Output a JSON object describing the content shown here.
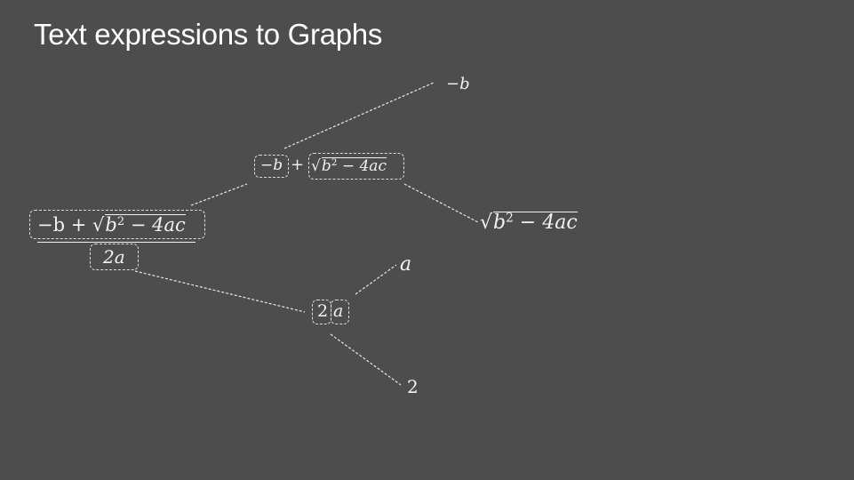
{
  "title": "Text expressions to Graphs",
  "root": {
    "numerator": {
      "neg_b": "−b",
      "plus": "+",
      "sqrt": "√",
      "b": "b",
      "exp": "2",
      "rest": " − 4ac"
    },
    "denominator": "2a"
  },
  "sum_node": {
    "left": "−b",
    "plus": "+",
    "sqrt": "√",
    "b": "b",
    "exp": "2",
    "rest": " − 4ac"
  },
  "leaf_neg_b": "−b",
  "leaf_sqrt": {
    "sqrt": "√",
    "b": "b",
    "exp": "2",
    "rest": " − 4ac"
  },
  "product_node": {
    "left": "2",
    "right": "a"
  },
  "leaf_a": "a",
  "leaf_2": "2"
}
